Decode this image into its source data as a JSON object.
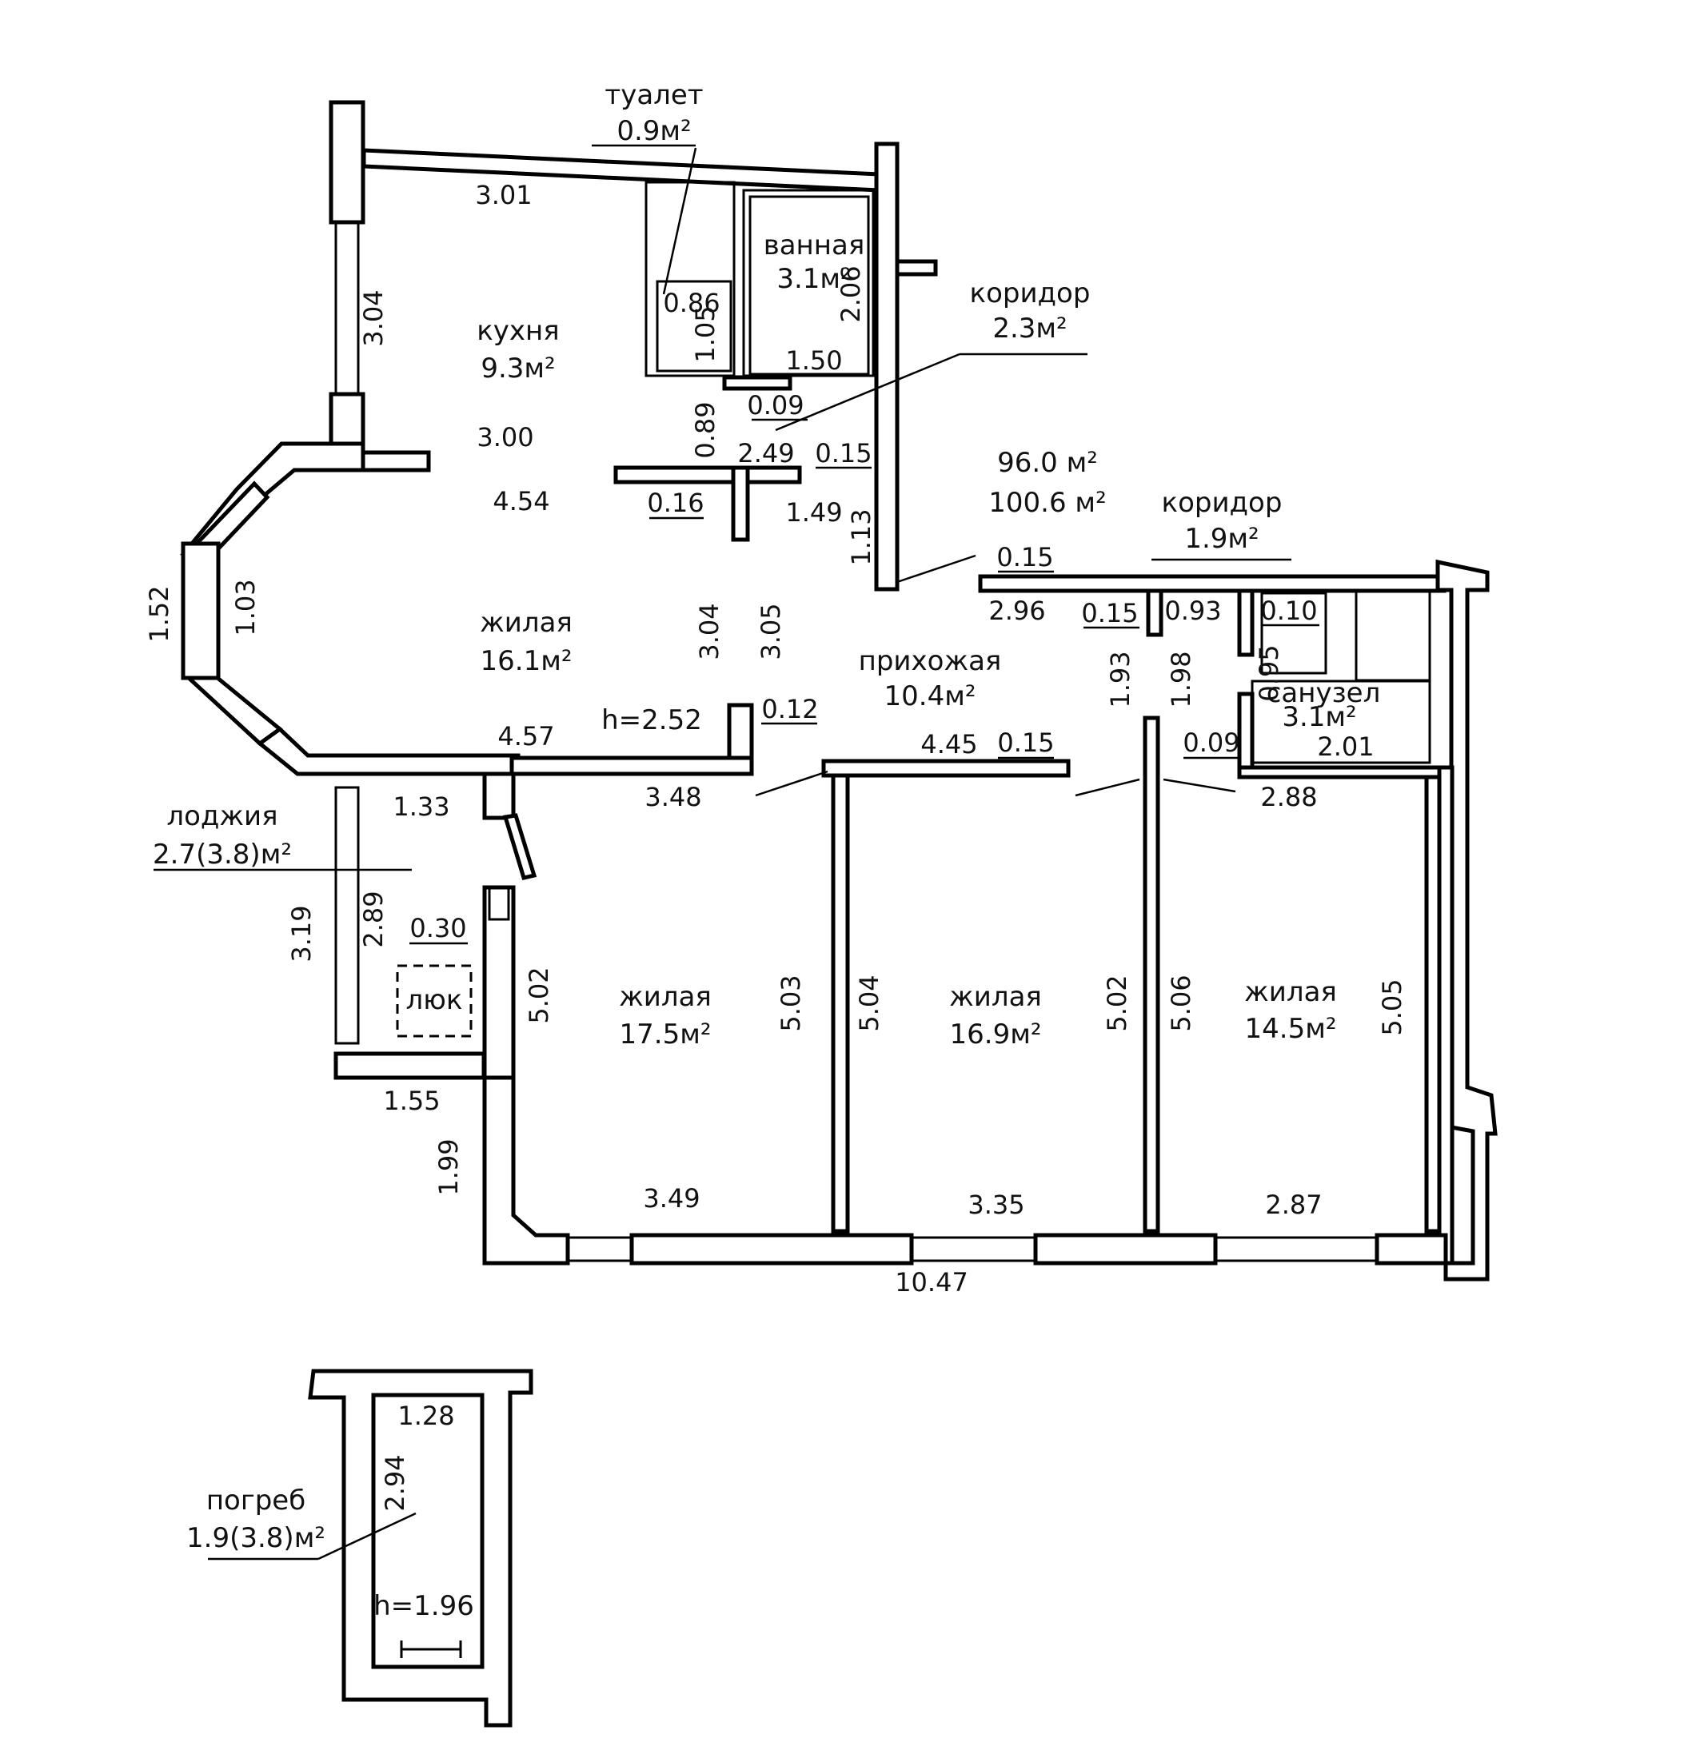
{
  "rooms": {
    "toilet": {
      "name": "туалет",
      "area": "0.9м²"
    },
    "bathroom": {
      "name": "ванная",
      "area": "3.1м²"
    },
    "kitchen": {
      "name": "кухня",
      "area": "9.3м²"
    },
    "corridor1": {
      "name": "коридор",
      "area": "2.3м²"
    },
    "corridor2": {
      "name": "коридор",
      "area": "1.9м²"
    },
    "living1": {
      "name": "жилая",
      "area": "16.1м²"
    },
    "hall": {
      "name": "прихожая",
      "area": "10.4м²"
    },
    "sanuzel": {
      "name": "санузел",
      "area": "3.1м²"
    },
    "loggia": {
      "name": "лоджия",
      "area": "2.7(3.8)м²"
    },
    "living2": {
      "name": "жилая",
      "area": "17.5м²"
    },
    "living3": {
      "name": "жилая",
      "area": "16.9м²"
    },
    "living4": {
      "name": "жилая",
      "area": "14.5м²"
    },
    "cellar": {
      "name": "погреб",
      "area": "1.9(3.8)м²"
    }
  },
  "totals": {
    "area_living": "96.0 м²",
    "area_total": "100.6 м²"
  },
  "heights": {
    "main": "h=2.52",
    "cellar": "h=1.96"
  },
  "hatch_label": "люк",
  "dimensions": {
    "d_3_01": "3.01",
    "d_3_04a": "3.04",
    "d_0_86": "0.86",
    "d_1_05": "1.05",
    "d_2_06": "2.06",
    "d_1_50": "1.50",
    "d_0_09a": "0.09",
    "d_0_89": "0.89",
    "d_3_00": "3.00",
    "d_2_49": "2.49",
    "d_0_15a": "0.15",
    "d_4_54": "4.54",
    "d_0_16": "0.16",
    "d_1_49": "1.49",
    "d_1_13": "1.13",
    "d_0_15b": "0.15",
    "d_1_52": "1.52",
    "d_1_03": "1.03",
    "d_3_04b": "3.04",
    "d_3_05": "3.05",
    "d_2_96": "2.96",
    "d_0_15c": "0.15",
    "d_0_93": "0.93",
    "d_0_10": "0.10",
    "d_1_93": "1.93",
    "d_1_98": "1.98",
    "d_0_95": "0.95",
    "d_0_12": "0.12",
    "d_4_57": "4.57",
    "d_4_45": "4.45",
    "d_0_15d": "0.15",
    "d_0_09b": "0.09",
    "d_2_01": "2.01",
    "d_3_48": "3.48",
    "d_1_33": "1.33",
    "d_2_88": "2.88",
    "d_3_19": "3.19",
    "d_2_89": "2.89",
    "d_0_30": "0.30",
    "d_5_02a": "5.02",
    "d_5_03": "5.03",
    "d_5_04": "5.04",
    "d_5_02b": "5.02",
    "d_5_06": "5.06",
    "d_5_05": "5.05",
    "d_1_55": "1.55",
    "d_1_99": "1.99",
    "d_3_49": "3.49",
    "d_3_35": "3.35",
    "d_2_87": "2.87",
    "d_10_47": "10.47",
    "d_1_28": "1.28",
    "d_2_94": "2.94"
  }
}
